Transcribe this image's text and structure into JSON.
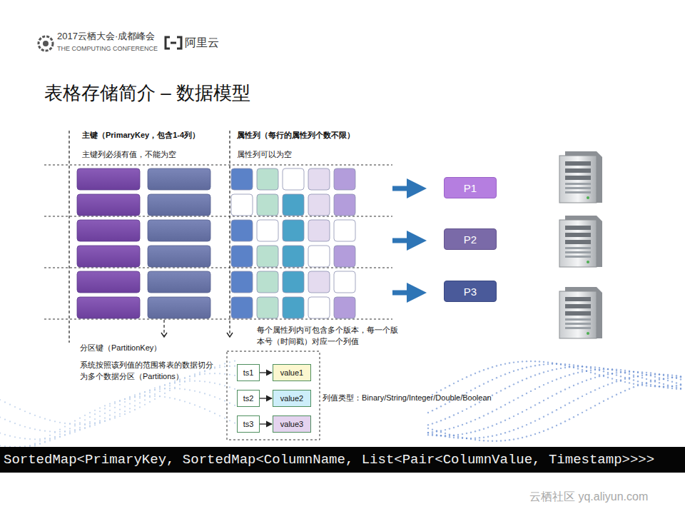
{
  "diagram": {
    "title": "表格存储简介 – 数据模型",
    "nodes": [
      {
        "text": [
          "P1"
        ]
      },
      {
        "text": [
          "P2"
        ]
      },
      {
        "text": [
          "P3"
        ]
      },
      {
        "text": [
          "ts1"
        ]
      },
      {
        "text": [
          "value1"
        ]
      },
      {
        "text": [
          "ts2"
        ]
      },
      {
        "text": [
          "value2"
        ]
      },
      {
        "text": [
          "ts3"
        ]
      },
      {
        "text": [
          "value3"
        ]
      },
      {
        "text": [
          "SortedMap<PrimaryKey, SortedMap<ColumnName, List<Pair<ColumnValue, Timestamp>>>>"
        ]
      }
    ],
    "edges": [
      {
        "from": 3,
        "to": 4,
        "arrow": "to"
      },
      {
        "from": 5,
        "to": 6,
        "arrow": "to"
      },
      {
        "from": 7,
        "to": 8,
        "arrow": "to"
      }
    ],
    "labels": [
      "2017云栖大会·成都峰会",
      "THE COMPUTING CONFERENCE",
      "阿里云",
      "主键（PrimaryKey，包含1-4列）",
      "主键列必须有值，不能为空",
      "属性列（每行的属性列个数不限）",
      "属性列可以为空",
      "分区键（PartitionKey）",
      "系统按照该列值的范围将表的数据切分为多个数据分区（Partitions）",
      "每个属性列内可包含多个版本，每一个版本号（时间戳）对应一个列值",
      "列值类型：Binary/String/Integer/Double/Boolean",
      "云栖社区 yq.aliyun.com"
    ]
  }
}
